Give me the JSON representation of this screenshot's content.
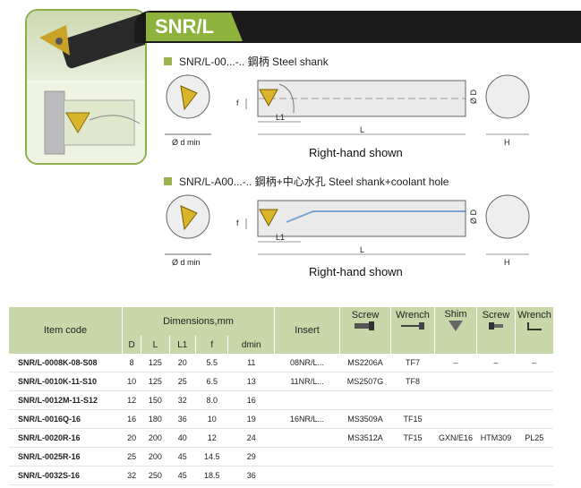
{
  "title": "SNR/L",
  "section1": {
    "label": "SNR/L-00...-..  鋼柄 Steel shank",
    "caption": "Right-hand shown",
    "dims": {
      "d": "Ø d min",
      "f": "f",
      "L1": "L1",
      "L": "L",
      "D": "Ø D",
      "H": "H"
    }
  },
  "section2": {
    "label": "SNR/L-A00...-..  鋼柄+中心水孔 Steel shank+coolant hole",
    "caption": "Right-hand shown",
    "dims": {
      "d": "Ø d min",
      "f": "f",
      "L1": "L1",
      "L": "L",
      "D": "Ø D",
      "H": "H"
    }
  },
  "table": {
    "header": {
      "item_code": "Item code",
      "dimensions": "Dimensions,mm",
      "insert": "Insert",
      "screw": "Screw",
      "wrench": "Wrench",
      "shim": "Shim",
      "screw2": "Screw",
      "wrench2": "Wrench",
      "sub": [
        "D",
        "L",
        "L1",
        "f",
        "dmin"
      ]
    },
    "rows": [
      {
        "code": "SNR/L-0008K-08-S08",
        "D": "8",
        "L": "125",
        "L1": "20",
        "f": "5.5",
        "dmin": "11",
        "insert": "08NR/L...",
        "screw": "MS2206A",
        "wrench": "TF7",
        "shim": "–",
        "screw2": "–",
        "wrench2": "–"
      },
      {
        "code": "SNR/L-0010K-11-S10",
        "D": "10",
        "L": "125",
        "L1": "25",
        "f": "6.5",
        "dmin": "13",
        "insert": "11NR/L...",
        "screw": "MS2507G",
        "wrench": "TF8",
        "shim": "",
        "screw2": "",
        "wrench2": ""
      },
      {
        "code": "SNR/L-0012M-11-S12",
        "D": "12",
        "L": "150",
        "L1": "32",
        "f": "8.0",
        "dmin": "16",
        "insert": "",
        "screw": "",
        "wrench": "",
        "shim": "",
        "screw2": "",
        "wrench2": ""
      },
      {
        "code": "SNR/L-0016Q-16",
        "D": "16",
        "L": "180",
        "L1": "36",
        "f": "10",
        "dmin": "19",
        "insert": "16NR/L...",
        "screw": "MS3509A",
        "wrench": "TF15",
        "shim": "",
        "screw2": "",
        "wrench2": ""
      },
      {
        "code": "SNR/L-0020R-16",
        "D": "20",
        "L": "200",
        "L1": "40",
        "f": "12",
        "dmin": "24",
        "insert": "",
        "screw": "MS3512A",
        "wrench": "TF15",
        "shim": "GXN/E16",
        "screw2": "HTM309",
        "wrench2": "PL25"
      },
      {
        "code": "SNR/L-0025R-16",
        "D": "25",
        "L": "200",
        "L1": "45",
        "f": "14.5",
        "dmin": "29",
        "insert": "",
        "screw": "",
        "wrench": "",
        "shim": "",
        "screw2": "",
        "wrench2": ""
      },
      {
        "code": "SNR/L-0032S-16",
        "D": "32",
        "L": "250",
        "L1": "45",
        "f": "18.5",
        "dmin": "36",
        "insert": "",
        "screw": "",
        "wrench": "",
        "shim": "",
        "screw2": "",
        "wrench2": ""
      }
    ]
  }
}
